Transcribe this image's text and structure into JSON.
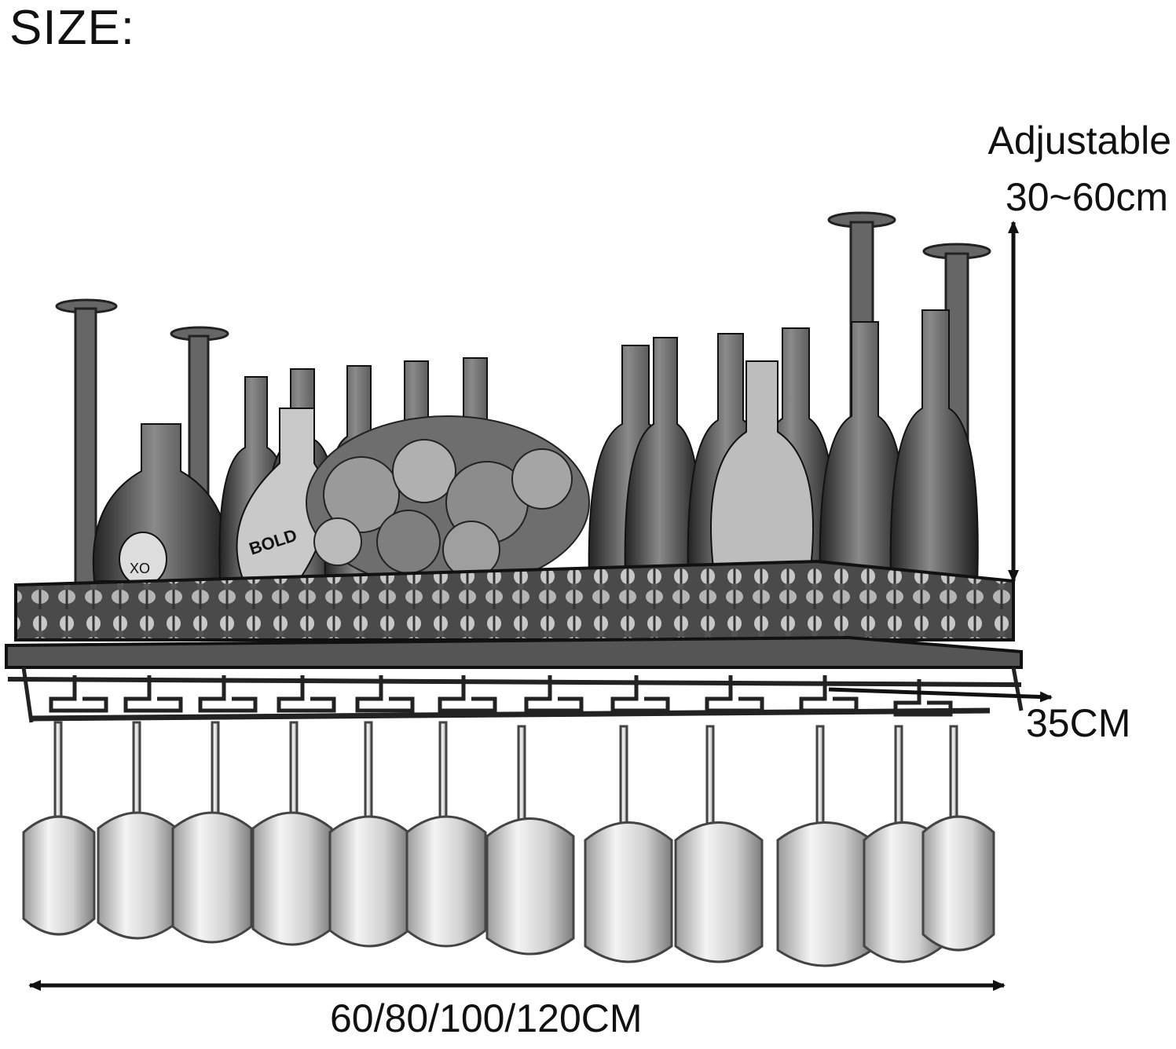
{
  "title": "SIZE:",
  "height_label": {
    "line1": "Adjustable",
    "line2": "30~60cm"
  },
  "depth_label": "35CM",
  "width_label": "60/80/100/120CM",
  "bottle_labels": [
    "BOLD",
    "XO"
  ]
}
